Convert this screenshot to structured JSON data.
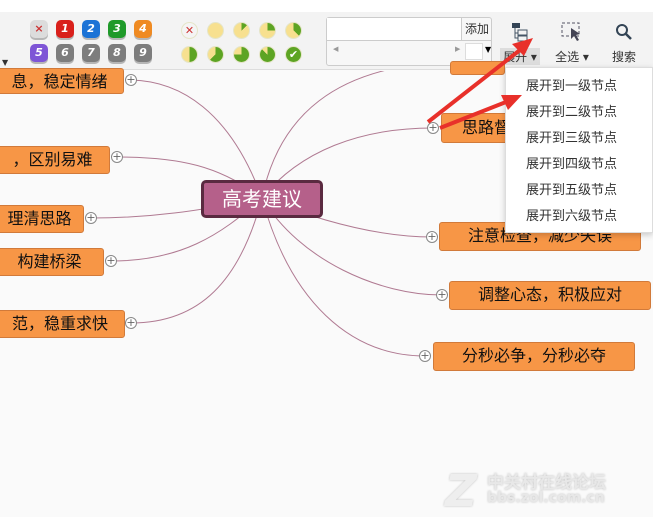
{
  "toolbar": {
    "priority_badges": [
      {
        "label": "×",
        "color": "#dcdcdc",
        "fg": "#c33"
      },
      {
        "label": "1",
        "color": "#d9201b"
      },
      {
        "label": "2",
        "color": "#1c73d6"
      },
      {
        "label": "3",
        "color": "#1f9a2a"
      },
      {
        "label": "4",
        "color": "#ef8a22"
      },
      {
        "label": "5",
        "color": "#7e55d6"
      },
      {
        "label": "6",
        "color": "#7d7d7d"
      },
      {
        "label": "7",
        "color": "#7d7d7d"
      },
      {
        "label": "8",
        "color": "#7d7d7d"
      },
      {
        "label": "9",
        "color": "#7d7d7d"
      }
    ],
    "progress_levels": [
      "remove",
      0,
      12.5,
      25,
      37.5,
      50,
      62.5,
      75,
      87.5,
      "done"
    ],
    "add_label": "添加",
    "input_value": "",
    "expand_label": "展开",
    "select_all_label": "全选",
    "search_label": "搜索"
  },
  "expand_menu": {
    "items": [
      "展开到一级节点",
      "展开到二级节点",
      "展开到三级节点",
      "展开到四级节点",
      "展开到五级节点",
      "展开到六级节点"
    ]
  },
  "mindmap": {
    "center": "高考建议",
    "left_nodes": [
      "息，稳定情绪",
      "，区别易难",
      "理清思路",
      "构建桥梁",
      "范，稳重求快"
    ],
    "right_nodes": [
      "思路督",
      "注意检查，减少失误",
      "调整心态，积极应对",
      "分秒必争，分秒必夺"
    ]
  },
  "watermark": {
    "line1": "中关村在线论坛",
    "line2": "bbs.zol.com.cn"
  },
  "colors": {
    "node": "#f79646",
    "center": "#b5608a",
    "link": "#b07a92",
    "arrow": "#e8302a"
  }
}
